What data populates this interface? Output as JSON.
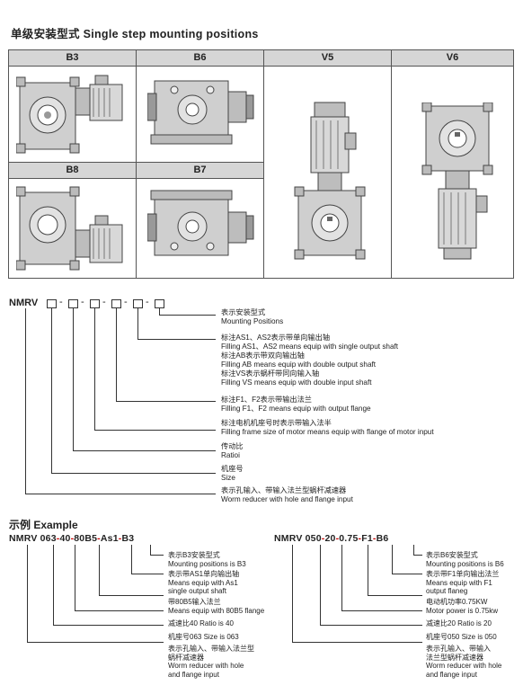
{
  "title": "单级安装型式 Single step mounting positions",
  "positions": {
    "b3": "B3",
    "b6": "B6",
    "v5": "V5",
    "v6": "V6",
    "b8": "B8",
    "b7": "B7"
  },
  "code_prefix": "NMRV",
  "code_legend": [
    {
      "cn": "表示安装型式",
      "en": "Mounting Positions"
    },
    {
      "cn": "标注AS1、AS2表示带单向输出轴",
      "en": "Filling AS1、AS2 means equip with single output shaft"
    },
    {
      "cn": "标注AB表示带双向输出轴",
      "en": "Filling AB means equip with double output shaft"
    },
    {
      "cn": "标注VS表示蜗杆带同向输入轴",
      "en": "Filling VS means equip with double input shaft"
    },
    {
      "cn": "标注F1、F2表示带输出法兰",
      "en": "Filling F1、F2 means equip with output flange"
    },
    {
      "cn": "标注电机机座号时表示带输入法半",
      "en": "Filling frame size of motor means equip with flange of motor input"
    },
    {
      "cn": "传动比",
      "en": "Ratioi"
    },
    {
      "cn": "机座号",
      "en": "Size"
    },
    {
      "cn": "表示孔输入、带输入法兰型蜗杆减速器",
      "en": "Worm reducer with hole and flange input"
    }
  ],
  "example_title": "示例 Example",
  "example1": {
    "p1": "NMRV 063",
    "p2": "40",
    "p3": "80B5",
    "p4": "As1",
    "p5": "B3",
    "labels": [
      [
        "表示B3安装型式",
        "Mounting positions is B3"
      ],
      [
        "表示带AS1单向输出轴",
        "Means equip with As1",
        "single output shaft"
      ],
      [
        "带80B5输入法兰",
        "Means equip with 80B5 flange"
      ],
      [
        "减速比40   Ratio is 40"
      ],
      [
        "机座号063   Size is 063"
      ],
      [
        "表示孔输入、带输入法兰型",
        "蜗杆减速器",
        "Worm reducer with hole",
        "and flange input"
      ]
    ]
  },
  "example2": {
    "p1": "NMRV 050",
    "p2": "20",
    "p3": "0.75",
    "p4": "F1",
    "p5": "B6",
    "labels": [
      [
        "表示B6安装型式",
        "Mounting positions is B6"
      ],
      [
        "表示带F1单向输出法兰",
        "Means equip with F1",
        "output flaneg"
      ],
      [
        "电动机功率0.75KW",
        "Motor power is 0.75kw"
      ],
      [
        "减速比20   Ratio is 20"
      ],
      [
        "机座号050   Size is 050"
      ],
      [
        "表示孔输入、带输入",
        "法兰型蜗杆减速器",
        "Worm reducer with hole",
        "and flange input"
      ]
    ]
  }
}
